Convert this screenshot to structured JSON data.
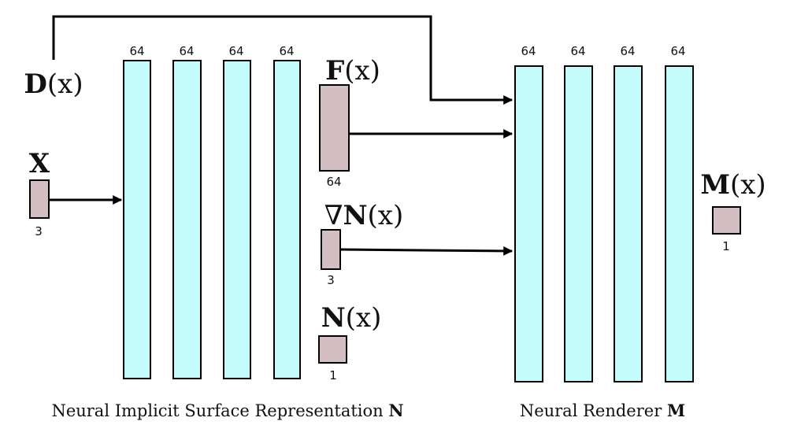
{
  "network_n": {
    "caption": "Neural Implicit Surface Representation",
    "caption_symbol": "N",
    "layers": [
      {
        "width_label": "64"
      },
      {
        "width_label": "64"
      },
      {
        "width_label": "64"
      },
      {
        "width_label": "64"
      }
    ]
  },
  "network_m": {
    "caption": "Neural Renderer",
    "caption_symbol": "M",
    "layers": [
      {
        "width_label": "64"
      },
      {
        "width_label": "64"
      },
      {
        "width_label": "64"
      },
      {
        "width_label": "64"
      }
    ]
  },
  "inputs": {
    "x": {
      "label": "X",
      "dim": "3"
    },
    "d": {
      "label_symbol": "D",
      "label_arg": "(x)"
    }
  },
  "outputs_n": {
    "f": {
      "label_symbol": "F",
      "label_arg": "(x)",
      "dim": "64"
    },
    "grad_n": {
      "label_prefix": "∇",
      "label_symbol": "N",
      "label_arg": "(x)",
      "dim": "3"
    },
    "n": {
      "label_symbol": "N",
      "label_arg": "(x)",
      "dim": "1"
    }
  },
  "outputs_m": {
    "m": {
      "label_symbol": "M",
      "label_arg": "(x)",
      "dim": "1"
    }
  }
}
